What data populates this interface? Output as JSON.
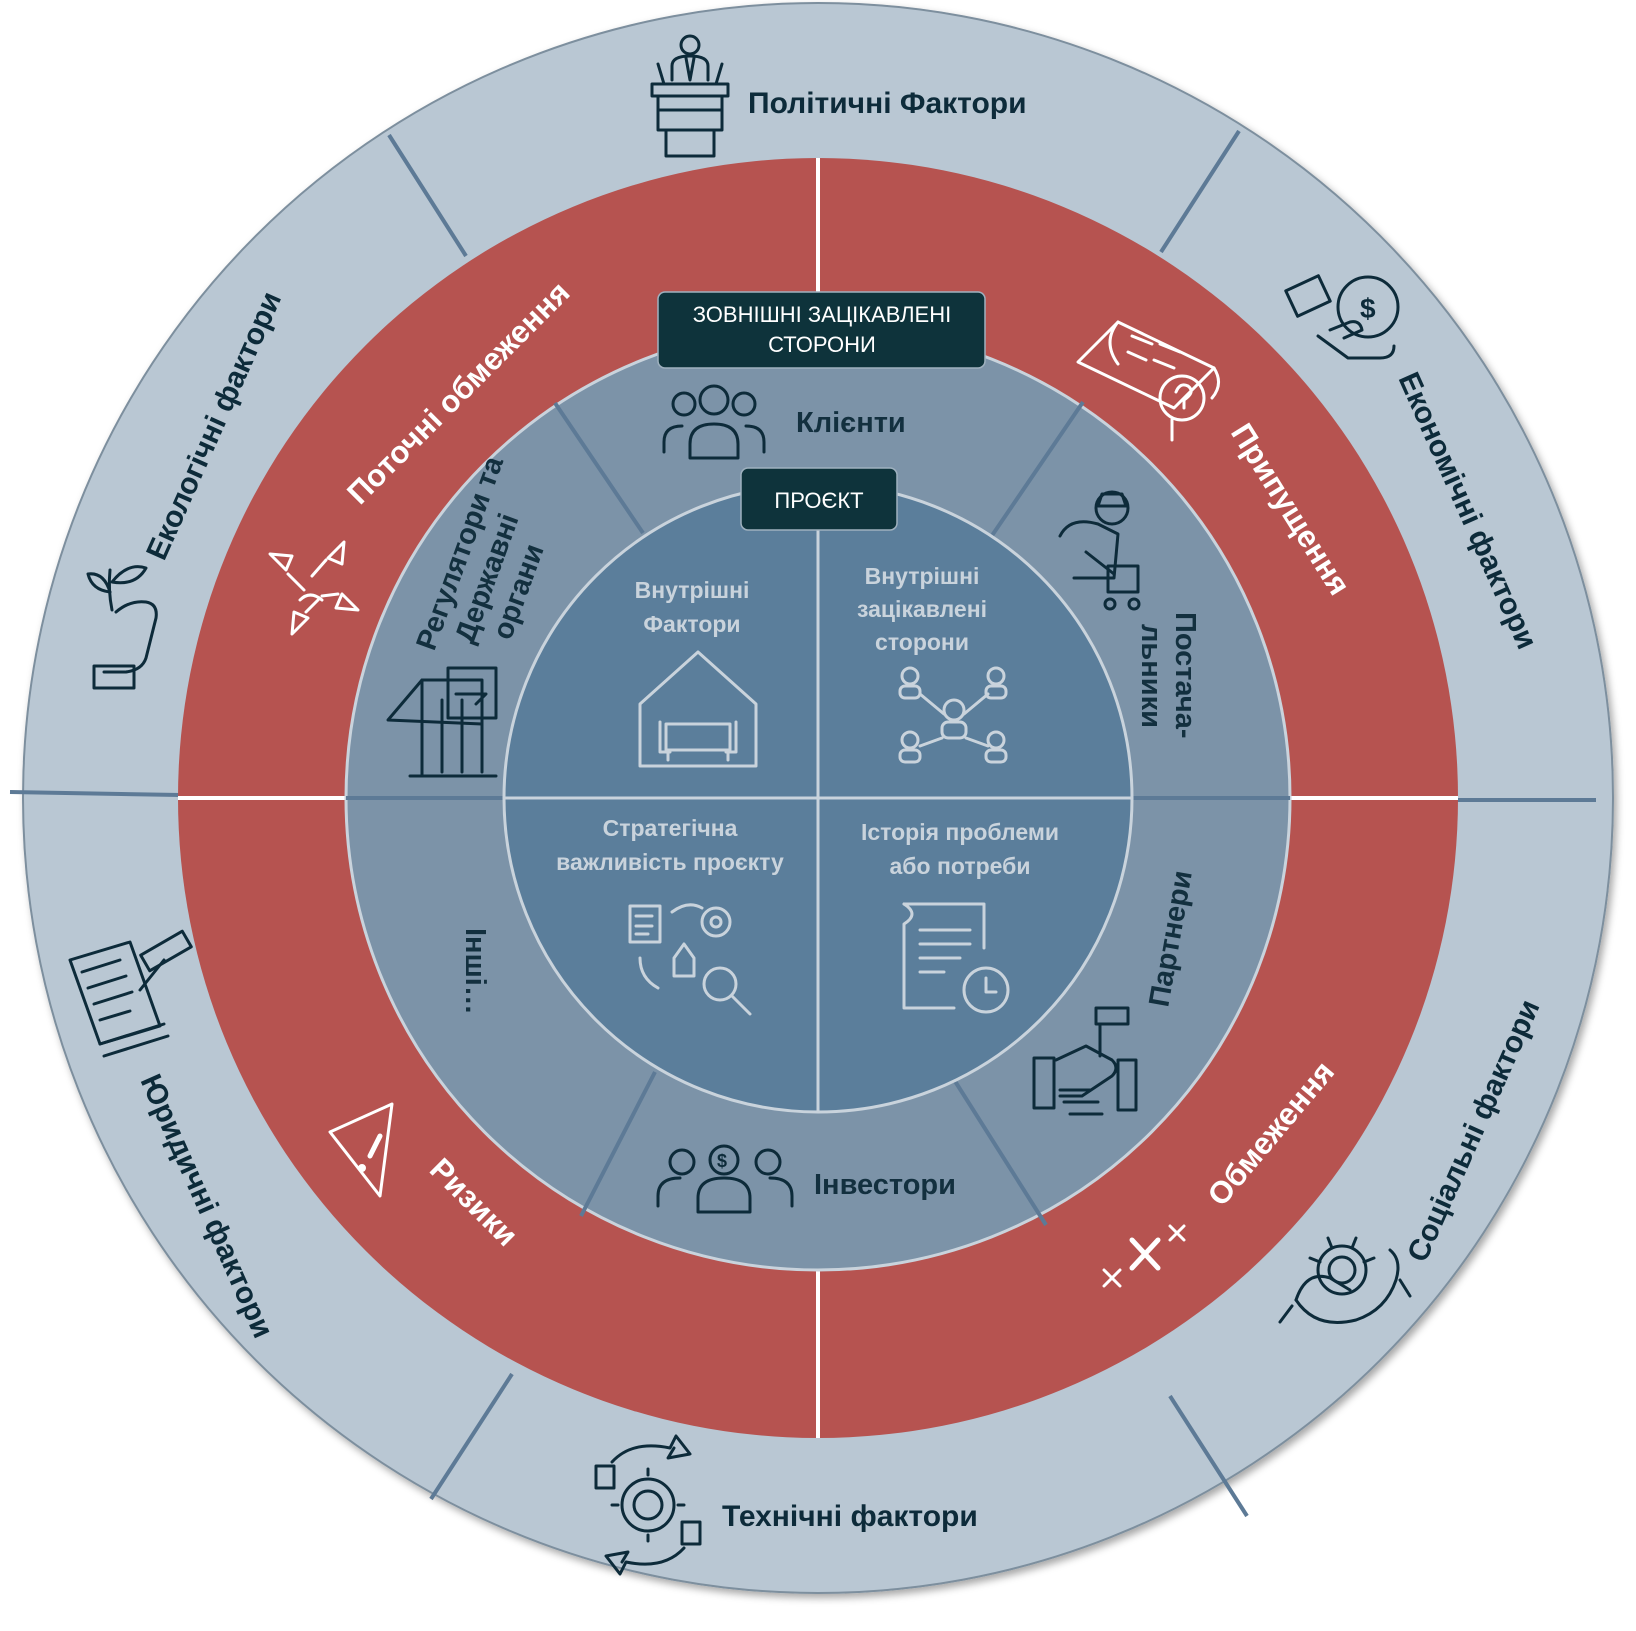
{
  "outer_ring": {
    "political": "Політичні Фактори",
    "economic": "Економічні фактори",
    "social": "Соціальні фактори",
    "technical": "Технічні фактори",
    "legal": "Юридичні фактори",
    "ecological": "Екологічні фактори"
  },
  "red_ring": {
    "current_constraints": "Поточні обмеження",
    "assumptions": "Припущення",
    "constraints": "Обмеження",
    "risks": "Ризики"
  },
  "external_box": {
    "line1": "ЗОВНІШНІ ЗАЦІКАВЛЕНІ",
    "line2": "СТОРОНИ"
  },
  "stakeholders": {
    "clients": "Клієнти",
    "suppliers_line1": "Постача-",
    "suppliers_line2": "льники",
    "partners": "Партнери",
    "investors": "Інвестори",
    "others": "Інші…",
    "regulators_line1": "Регулятори та",
    "regulators_line2": "Державні",
    "regulators_line3": "органи"
  },
  "project_box": "ПРОЄКТ",
  "core": {
    "internal_factors_line1": "Внутрішні",
    "internal_factors_line2": "Фактори",
    "internal_stakeholders_line1": "Внутрішні",
    "internal_stakeholders_line2": "зацікавлені",
    "internal_stakeholders_line3": "сторони",
    "strategic_line1": "Стратегічна",
    "strategic_line2": "важливість проєкту",
    "history_line1": "Історія проблеми",
    "history_line2": "або потреби"
  },
  "colors": {
    "outer_ring": "#b9c7d3",
    "red_ring": "#b65350",
    "stakeholder_ring": "#7c93a8",
    "core": "#5b7e9b",
    "dark_box": "#0e333b",
    "divider": "#5d7a96"
  },
  "icons": [
    "podium-icon",
    "money-hand-icon",
    "helping-hand-heart-icon",
    "gear-hands-icon",
    "law-book-gavel-icon",
    "plant-hand-icon",
    "converging-arrows-icon",
    "assumption-document-icon",
    "crossed-x-icon",
    "warning-triangle-icon",
    "people-group-icon",
    "supplier-cart-icon",
    "handshake-icon",
    "investor-group-icon",
    "government-building-icon",
    "house-sofa-icon",
    "network-people-icon",
    "strategy-cycle-icon",
    "document-clock-icon"
  ]
}
